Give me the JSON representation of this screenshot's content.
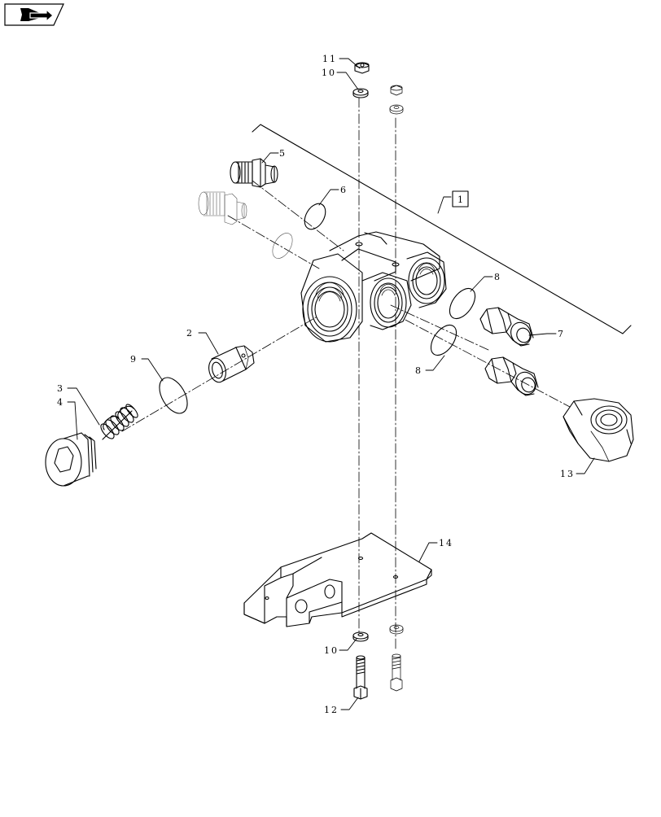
{
  "navigation": {
    "icon": "page-turn-arrow-icon"
  },
  "callouts": {
    "c1": "1",
    "c2": "2",
    "c3": "3",
    "c4": "4",
    "c5": "5",
    "c6": "6",
    "c7": "7",
    "c8a": "8",
    "c8b": "8",
    "c9": "9",
    "c10a": "10",
    "c10b": "10",
    "c11": "11",
    "c12": "12",
    "c13": "13",
    "c14": "14"
  }
}
